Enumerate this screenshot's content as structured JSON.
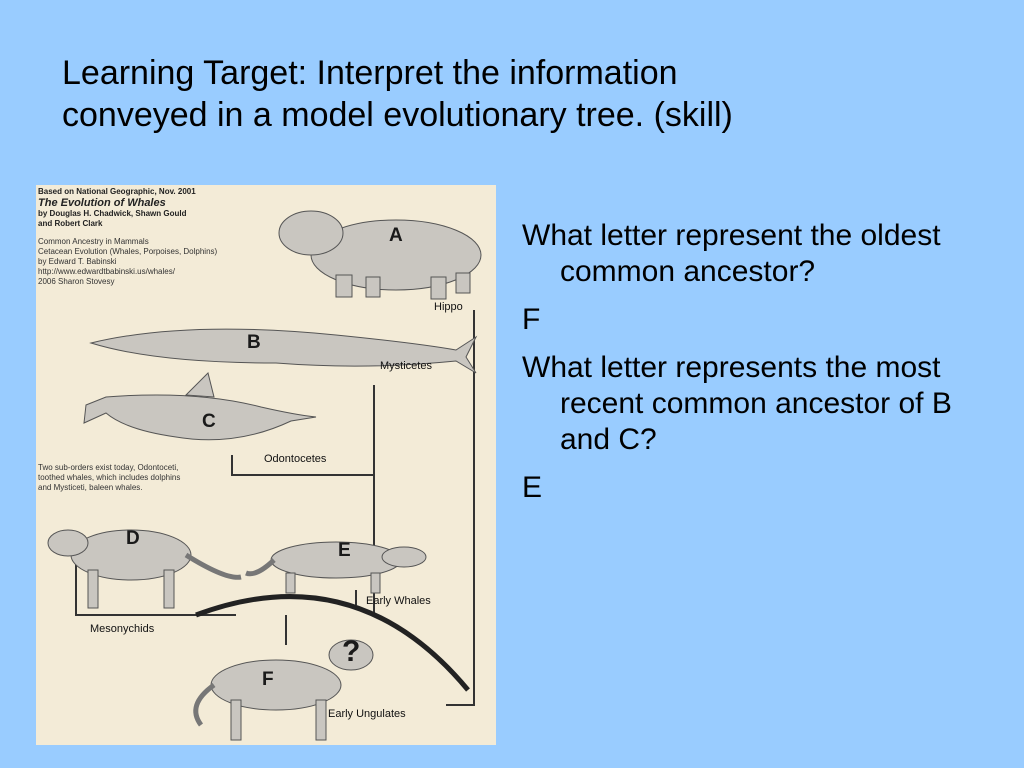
{
  "slide": {
    "title_lines": [
      "Learning Target: Interpret the information",
      "conveyed in a model evolutionary tree. (skill)"
    ]
  },
  "figure": {
    "credit_source": "Based on National Geographic, Nov. 2001",
    "credit_title": "The Evolution of Whales",
    "credit_authors_1": "by Douglas H. Chadwick, Shawn Gould",
    "credit_authors_2": "and Robert Clark",
    "credit_sub_1": "Common Ancestry in Mammals",
    "credit_sub_2": "Cetacean Evolution (Whales, Porpoises, Dolphins)",
    "credit_sub_3": "by Edward T. Babinski",
    "credit_url": "http://www.edwardtbabinski.us/whales/",
    "credit_copy": "2006 Sharon Stovesy",
    "note_1": "Two sub-orders exist today, Odontoceti,",
    "note_2": "toothed whales, which includes dolphins",
    "note_3": "and Mysticeti, baleen whales.",
    "labels": {
      "hippo": "Hippo",
      "mysticetes": "Mysticetes",
      "odontocetes": "Odontocetes",
      "early_whales": "Early Whales",
      "mesonychids": "Mesonychids",
      "early_ungulates": "Early Ungulates",
      "question": "?"
    },
    "letters": {
      "a": "A",
      "b": "B",
      "c": "C",
      "d": "D",
      "e": "E",
      "f": "F"
    }
  },
  "qa": {
    "q1": "What letter represent the oldest common ancestor?",
    "a1": "F",
    "q2": "What letter represents the most recent common ancestor of B and C?",
    "a2": "E"
  }
}
